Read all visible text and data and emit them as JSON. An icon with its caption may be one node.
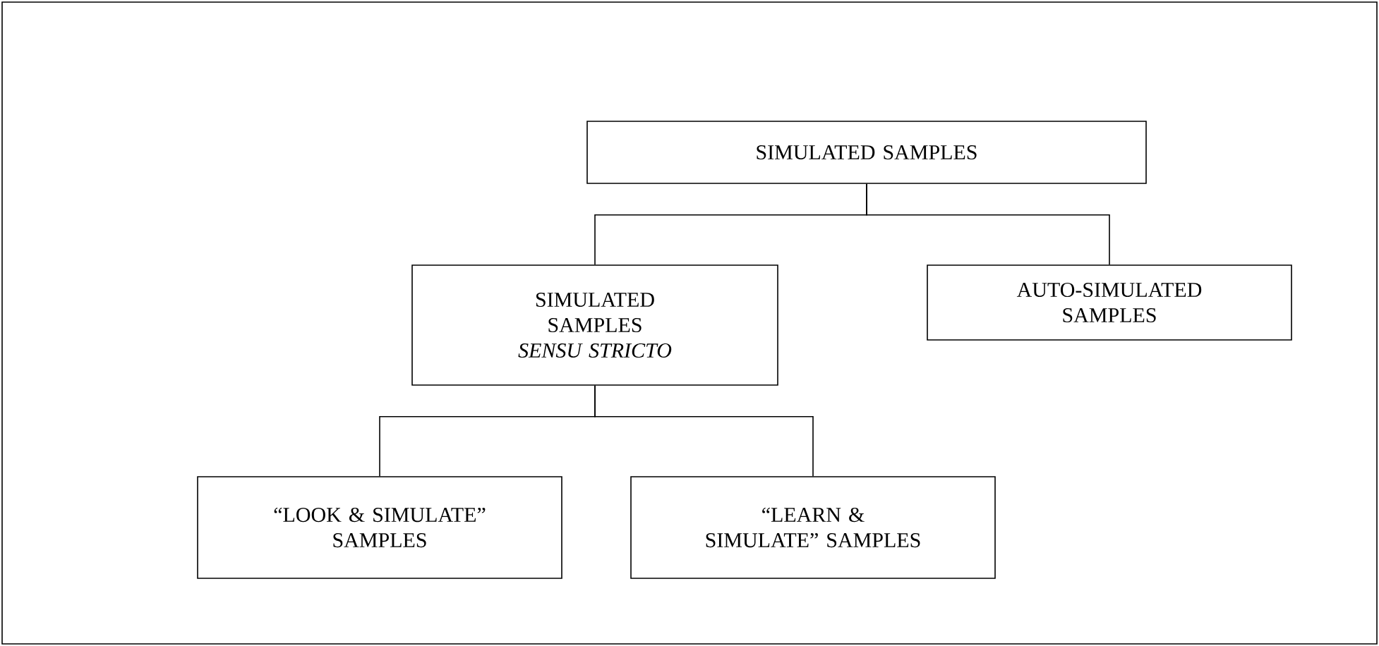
{
  "diagram": {
    "nodes": [
      {
        "text": [
          "SIMULATED SAMPLES"
        ]
      },
      {
        "text": [
          "SIMULATED SAMPLES *SENSU STRICTO*"
        ]
      },
      {
        "text": [
          "AUTO-SIMULATED SAMPLES"
        ]
      },
      {
        "text": [
          "“LOOK & SIMULATE” SAMPLES"
        ]
      },
      {
        "text": [
          "“LEARN & SIMULATE” SAMPLES"
        ]
      }
    ],
    "edges": [
      {
        "from": 0,
        "to": 1,
        "arrow": "none"
      },
      {
        "from": 0,
        "to": 2,
        "arrow": "none"
      },
      {
        "from": 1,
        "to": 3,
        "arrow": "none"
      },
      {
        "from": 1,
        "to": 4,
        "arrow": "none"
      }
    ]
  }
}
